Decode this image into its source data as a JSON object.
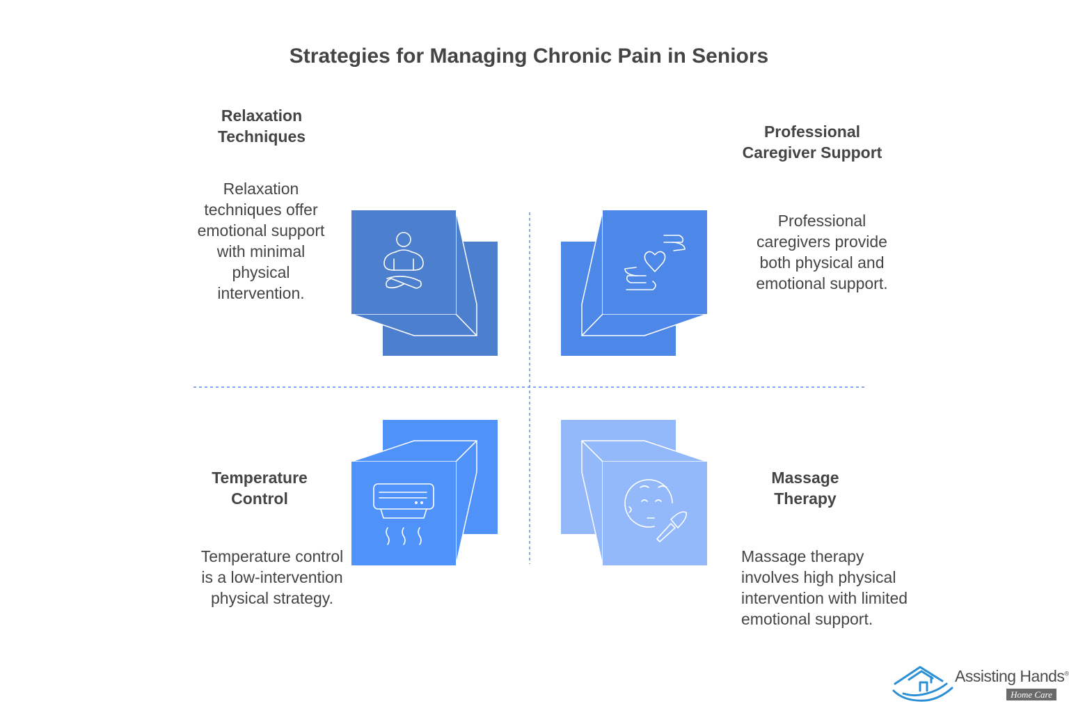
{
  "title": "Strategies for Managing Chronic Pain in Seniors",
  "quadrants": {
    "top_left": {
      "heading": "Relaxation Techniques",
      "description": "Relaxation techniques offer emotional support with minimal physical intervention.",
      "icon": "meditation-person-icon",
      "color": "#4d7fcf"
    },
    "top_right": {
      "heading": "Professional Caregiver Support",
      "description": "Professional caregivers provide both physical and emotional support.",
      "icon": "caring-hands-heart-icon",
      "color": "#4d88e8"
    },
    "bottom_left": {
      "heading": "Temperature Control",
      "description": "Temperature control is a low-intervention physical strategy.",
      "icon": "air-conditioner-icon",
      "color": "#4f92f9"
    },
    "bottom_right": {
      "heading": "Massage Therapy",
      "description": "Massage therapy involves high physical intervention with limited emotional support.",
      "icon": "face-brush-icon",
      "color": "#93b9fb"
    }
  },
  "logo": {
    "name": "Assisting Hands",
    "registered": "®",
    "subtitle": "Home Care",
    "icon": "house-hands-logo-icon"
  },
  "colors": {
    "divider": "#5b8fe0",
    "text": "#444444"
  }
}
